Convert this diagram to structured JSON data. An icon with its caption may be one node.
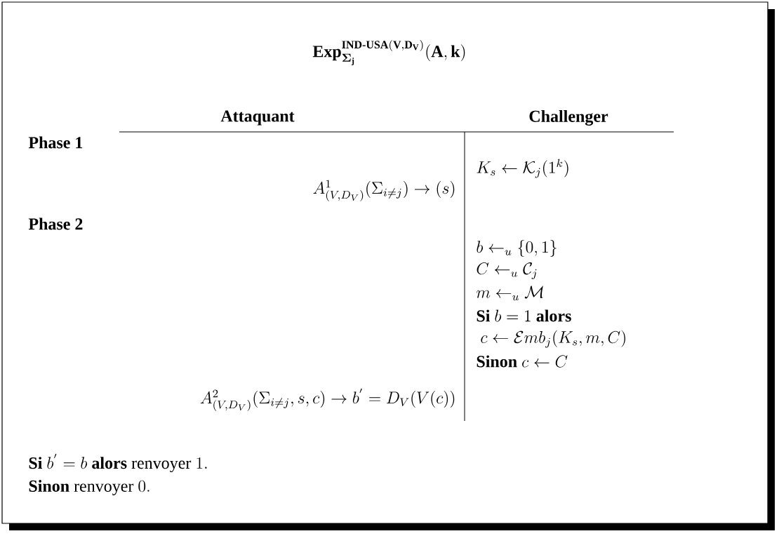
{
  "diagram": {
    "title": "\\mathbf{Exp}_{\\boldsymbol{\\Sigma}_{\\mathbf{j}}}^{\\textbf{IND-USA}(\\mathbf{V},\\mathbf{D_V})}(\\mathbf{A},\\mathbf{k})",
    "labels": [
      "Attaquant",
      "Challenger",
      "Phase 1",
      "K_s \\leftarrow \\mathcal{K}_j(1^k)",
      "A^1_{(V,D_V)}(\\Sigma_{i\\neq j}) \\rightarrow (s)",
      "Phase 2",
      "b \\leftarrow_u \\{0,1\\}",
      "C \\leftarrow_u \\mathcal{C}_j",
      "m \\leftarrow_u \\mathcal{M}",
      "\\textbf{Si}\\ b=1\\ \\textbf{alors}",
      "c \\leftarrow \\mathcal{E}mb_j(K_s,m,C)",
      "\\textbf{Sinon}\\ c \\leftarrow C",
      "A^2_{(V,D_V)}(\\Sigma_{i\\neq j},s,c) \\rightarrow b^{'}=D_V(V(c))",
      "\\textbf{Si}\\ b^{'}=b\\ \\textbf{alors}\\ \\mbox{renvoyer}\\ 1.",
      "\\textbf{Sinon}\\ \\mbox{renvoyer}\\ 0."
    ]
  }
}
